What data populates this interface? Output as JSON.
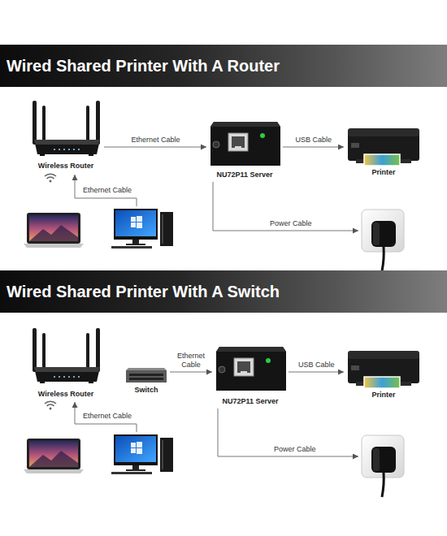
{
  "diagram": {
    "nodes": [
      {
        "text": [
          "Wired Shared Printer With A Router"
        ]
      },
      {
        "text": [
          "Wireless Router"
        ]
      },
      {
        "text": [
          "NU72P11 Server"
        ]
      },
      {
        "text": [
          "Printer"
        ]
      },
      {
        "text": [
          "Wired Shared Printer With A Switch"
        ]
      },
      {
        "text": [
          "Wireless Router"
        ]
      },
      {
        "text": [
          "Switch"
        ]
      },
      {
        "text": [
          "NU72P11 Server"
        ]
      },
      {
        "text": [
          "Printer"
        ]
      }
    ],
    "edges": [
      {
        "from": 1,
        "to": 2,
        "label": "Ethernet Cable",
        "arrow": "to"
      },
      {
        "from": 2,
        "to": 3,
        "label": "USB Cable",
        "arrow": "to"
      },
      {
        "from": 6,
        "to": 7,
        "label": "Ethernet Cable",
        "arrow": "to"
      },
      {
        "from": 7,
        "to": 8,
        "label": "USB Cable",
        "arrow": "to"
      }
    ],
    "labels": [
      "Ethernet Cable",
      "Power Cable",
      "Ethernet Cable",
      "Power Cable"
    ]
  }
}
